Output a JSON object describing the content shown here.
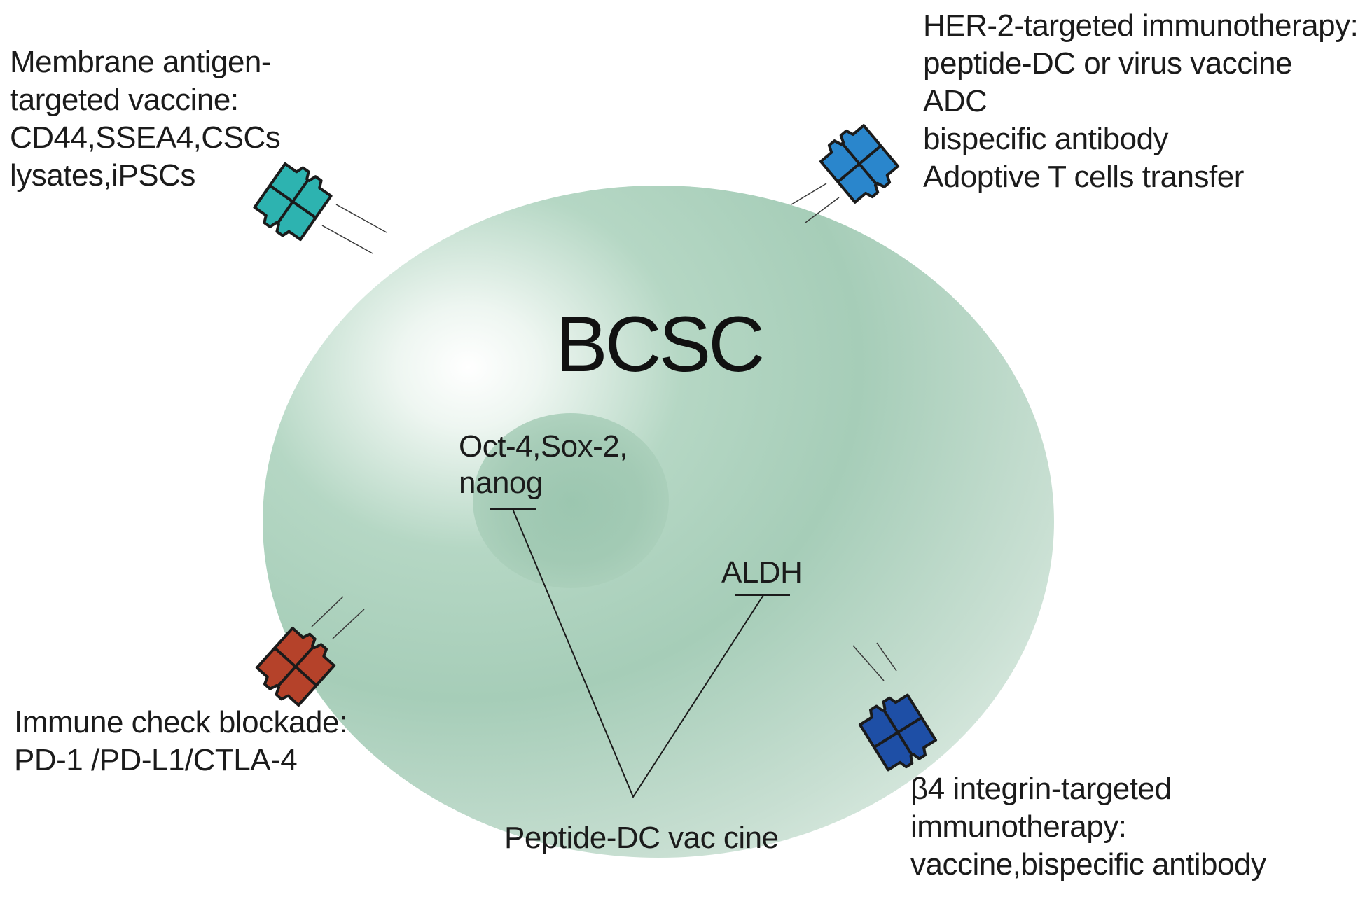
{
  "cell": {
    "name": "BCSC",
    "fill_color": "#a9cfbb",
    "nucleus_label": [
      "Oct-4,Sox-2,",
      "nanog"
    ],
    "marker_label": "ALDH"
  },
  "therapies": {
    "membrane": {
      "lines": [
        "Membrane antigen-",
        "targeted vaccine:",
        "CD44,SSEA4,CSCs",
        "lysates,iPSCs"
      ],
      "receptor_color": "#2db3b0"
    },
    "her2": {
      "lines": [
        "HER-2-targeted immunotherapy:",
        "peptide-DC or virus vaccine",
        "ADC",
        "bispecific antibody",
        "Adoptive T  cells transfer"
      ],
      "receptor_color": "#2a86cc"
    },
    "immune_checkpoint": {
      "lines": [
        "Immune check blockade:",
        "PD-1 /PD-L1/CTLA-4"
      ],
      "receptor_color": "#b5422a"
    },
    "b4_integrin": {
      "lines": [
        "β4 integrin-targeted",
        "immunotherapy:",
        "vaccine,bispecific antibody"
      ],
      "receptor_color": "#1e4fa6"
    },
    "peptide_dc": {
      "label": "Peptide-DC vac cine"
    }
  }
}
